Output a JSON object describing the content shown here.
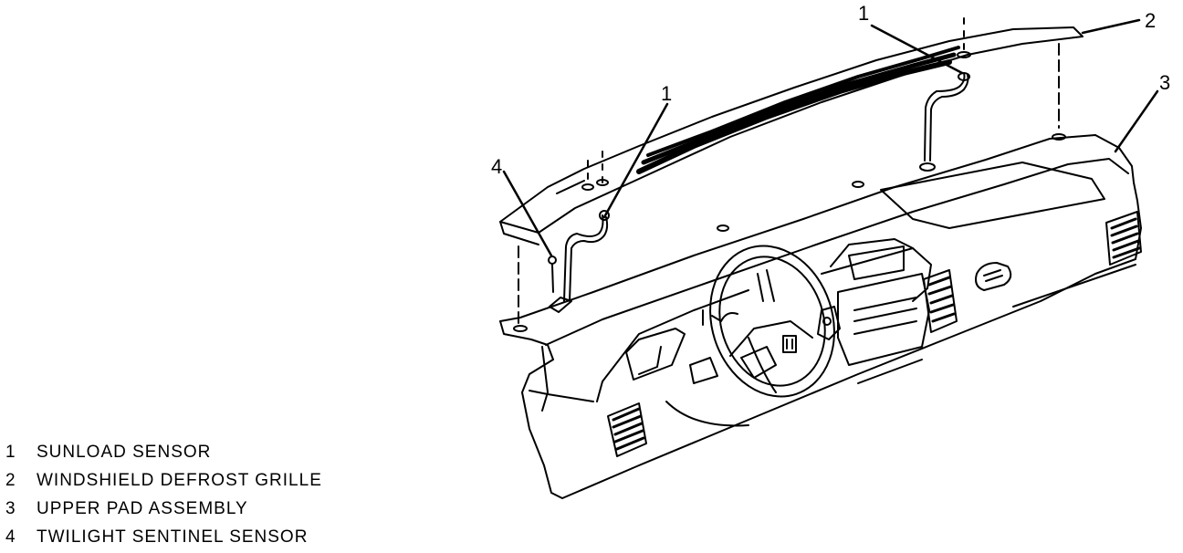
{
  "diagram": {
    "callouts": [
      {
        "number": "1",
        "target": "sunload-sensor-left"
      },
      {
        "number": "1",
        "target": "sunload-sensor-right"
      },
      {
        "number": "2",
        "target": "windshield-defrost-grille"
      },
      {
        "number": "3",
        "target": "upper-pad-assembly"
      },
      {
        "number": "4",
        "target": "twilight-sentinel-sensor"
      }
    ],
    "legend": [
      {
        "number": "1",
        "label": "SUNLOAD SENSOR"
      },
      {
        "number": "2",
        "label": "WINDSHIELD DEFROST GRILLE"
      },
      {
        "number": "3",
        "label": "UPPER PAD ASSEMBLY"
      },
      {
        "number": "4",
        "label": "TWILIGHT SENTINEL SENSOR"
      }
    ]
  },
  "colors": {
    "line": "#000000",
    "fill": "#ffffff",
    "vent": "#111111"
  }
}
